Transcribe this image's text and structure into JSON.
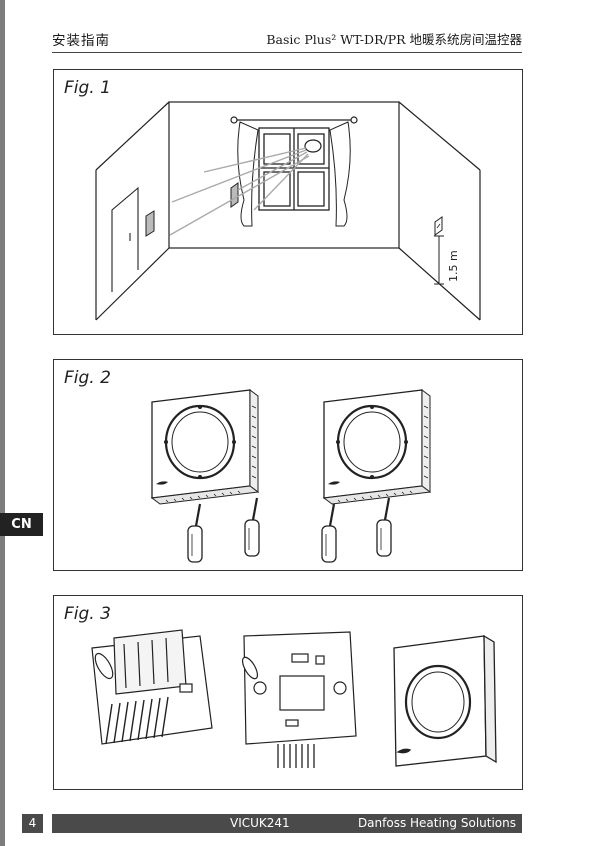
{
  "header": {
    "left": "安装指南",
    "right": "Basic Plus² WT-DR/PR 地暖系统房间温控器"
  },
  "figures": [
    {
      "label": "Fig. 1",
      "measure": "1.5 m"
    },
    {
      "label": "Fig. 2"
    },
    {
      "label": "Fig. 3"
    }
  ],
  "side_tab": "CN",
  "footer": {
    "page": "4",
    "code": "VICUK241",
    "company": "Danfoss Heating Solutions"
  }
}
